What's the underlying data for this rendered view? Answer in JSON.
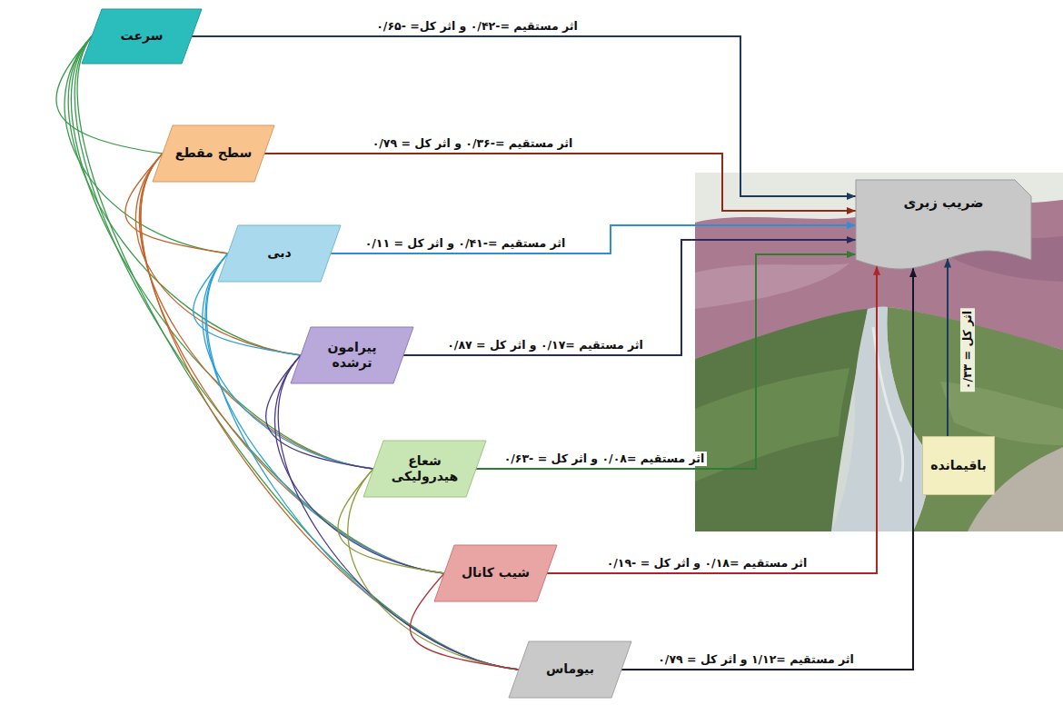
{
  "diagram": {
    "nodes": [
      {
        "text": [
          "سرعت"
        ]
      },
      {
        "text": [
          "سطح مقطع"
        ]
      },
      {
        "text": [
          "دبی"
        ]
      },
      {
        "text": [
          "پیرامون ترشده"
        ]
      },
      {
        "text": [
          "شعاع هیدرولیکی"
        ]
      },
      {
        "text": [
          "شیب کانال"
        ]
      },
      {
        "text": [
          "بیوماس"
        ]
      },
      {
        "text": [
          "ضریب زبری"
        ]
      },
      {
        "text": [
          "باقیمانده"
        ]
      }
    ],
    "edges": [
      {
        "from": 0,
        "to": 7,
        "arrow": "to",
        "label": "اثر مستقیم =-۰/۴۲ و اثر کل= -۰/۶۵"
      },
      {
        "from": 1,
        "to": 7,
        "arrow": "to",
        "label": "اثر مستقیم =-۰/۳۶ و اثر کل = ۰/۷۹"
      },
      {
        "from": 2,
        "to": 7,
        "arrow": "to",
        "label": "اثر مستقیم =-۰/۴۱ و اثر کل = ۰/۱۱"
      },
      {
        "from": 3,
        "to": 7,
        "arrow": "to",
        "label": "اثر مستقیم =۰/۱۷ و اثر کل = ۰/۸۷"
      },
      {
        "from": 4,
        "to": 7,
        "arrow": "to",
        "label": "اثر مستقیم =۰/۰۸ و اثر کل = -۰/۶۳"
      },
      {
        "from": 5,
        "to": 7,
        "arrow": "to",
        "label": "اثر مستقیم =۰/۱۸ و اثر کل = -۰/۱۹"
      },
      {
        "from": 6,
        "to": 7,
        "arrow": "to",
        "label": "اثر مستقیم =۱/۱۲ و اثر کل = ۰/۷۹"
      },
      {
        "from": 8,
        "to": 7,
        "arrow": "to",
        "label": "اثر کل = ۰/۳۳"
      },
      {
        "from": 0,
        "to": 1,
        "arrow": "none"
      },
      {
        "from": 0,
        "to": 2,
        "arrow": "none"
      },
      {
        "from": 0,
        "to": 3,
        "arrow": "none"
      },
      {
        "from": 0,
        "to": 4,
        "arrow": "none"
      },
      {
        "from": 0,
        "to": 5,
        "arrow": "none"
      },
      {
        "from": 0,
        "to": 6,
        "arrow": "none"
      },
      {
        "from": 1,
        "to": 2,
        "arrow": "none"
      },
      {
        "from": 1,
        "to": 3,
        "arrow": "none"
      },
      {
        "from": 1,
        "to": 4,
        "arrow": "none"
      },
      {
        "from": 1,
        "to": 5,
        "arrow": "none"
      },
      {
        "from": 1,
        "to": 6,
        "arrow": "none"
      },
      {
        "from": 2,
        "to": 3,
        "arrow": "none"
      },
      {
        "from": 2,
        "to": 4,
        "arrow": "none"
      },
      {
        "from": 2,
        "to": 5,
        "arrow": "none"
      },
      {
        "from": 2,
        "to": 6,
        "arrow": "none"
      },
      {
        "from": 3,
        "to": 4,
        "arrow": "none"
      },
      {
        "from": 3,
        "to": 5,
        "arrow": "none"
      },
      {
        "from": 3,
        "to": 6,
        "arrow": "none"
      },
      {
        "from": 4,
        "to": 5,
        "arrow": "none"
      },
      {
        "from": 4,
        "to": 6,
        "arrow": "none"
      },
      {
        "from": 5,
        "to": 6,
        "arrow": "none"
      }
    ]
  }
}
